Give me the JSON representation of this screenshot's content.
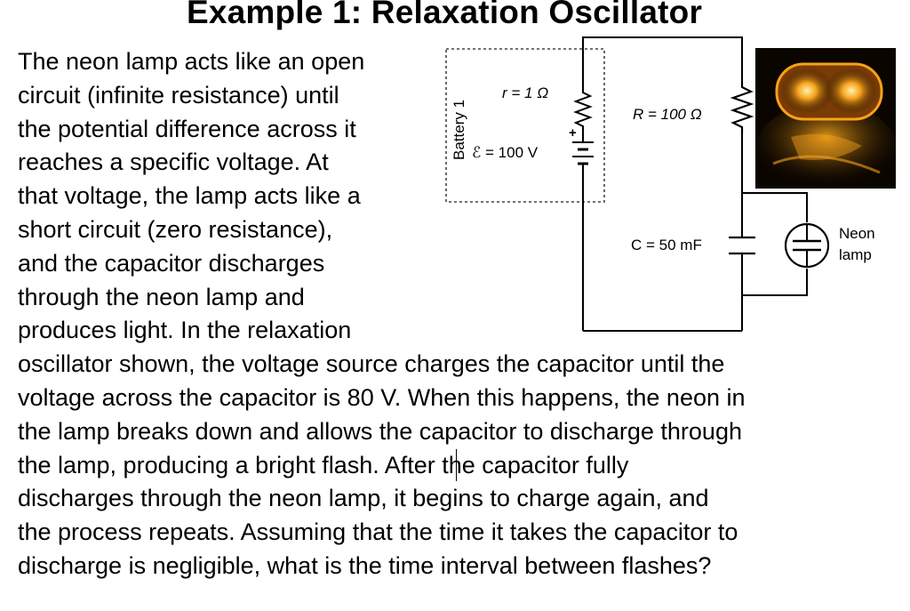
{
  "title": "Example 1: Relaxation Oscillator",
  "paragraph": {
    "lines": [
      "The neon lamp acts like an open",
      "circuit (infinite resistance) until",
      "the potential difference across it",
      "reaches a specific voltage. At",
      "that voltage, the lamp acts like a",
      "short circuit (zero resistance),",
      "and the capacitor discharges",
      "through the neon lamp and",
      "produces light. In the relaxation",
      "oscillator shown, the voltage source charges the capacitor until the",
      "voltage across the capacitor is 80 V. When this happens, the neon in",
      "the lamp breaks down and allows the capacitor to discharge through",
      "the lamp, producing a bright flash. After the capacitor fully",
      "discharges through the neon lamp, it begins to charge again, and",
      "the process repeats. Assuming that the time it takes the capacitor to",
      "discharge is negligible, what is the time interval between flashes?"
    ]
  },
  "circuit": {
    "battery_label": "Battery 1",
    "internal_resistance_label": "r = 1 Ω",
    "emf_label": "ℰ = 100 V",
    "plus_sign": "+",
    "resistor_label": "R = 100 Ω",
    "capacitor_label": "C = 50 mF",
    "lamp_label_line1": "Neon",
    "lamp_label_line2": "lamp"
  },
  "colors": {
    "photo_background": "#0b0500",
    "lamp_glow": "#f6a21a",
    "lamp_core": "#fff2b0",
    "dashed_box": "#444444"
  }
}
